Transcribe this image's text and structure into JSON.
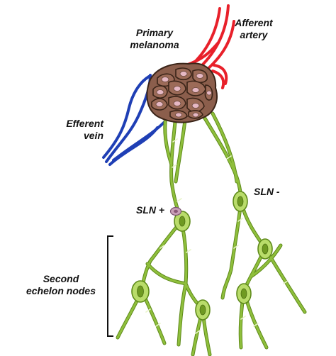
{
  "labels": {
    "primary_melanoma": [
      "Primary",
      "melanoma"
    ],
    "afferent_artery": [
      "Afferent",
      "artery"
    ],
    "efferent_vein": [
      "Efferent",
      "vein"
    ],
    "sln_positive": "SLN +",
    "sln_negative": "SLN -",
    "second_echelon": [
      "Second",
      "echelon nodes"
    ]
  },
  "colors": {
    "artery": "#e8202a",
    "vein": "#1f3fb5",
    "lymph_vessel": "#8fbf3c",
    "lymph_vessel_edge": "#5e8a1a",
    "node_fill": "#b9dc6a",
    "node_core": "#6f9a22",
    "tumor_cell": "#8b5e4c",
    "tumor_nucleus": "#e6b8c4",
    "metastasis": "#c9a0b8",
    "bracket": "#111111"
  }
}
